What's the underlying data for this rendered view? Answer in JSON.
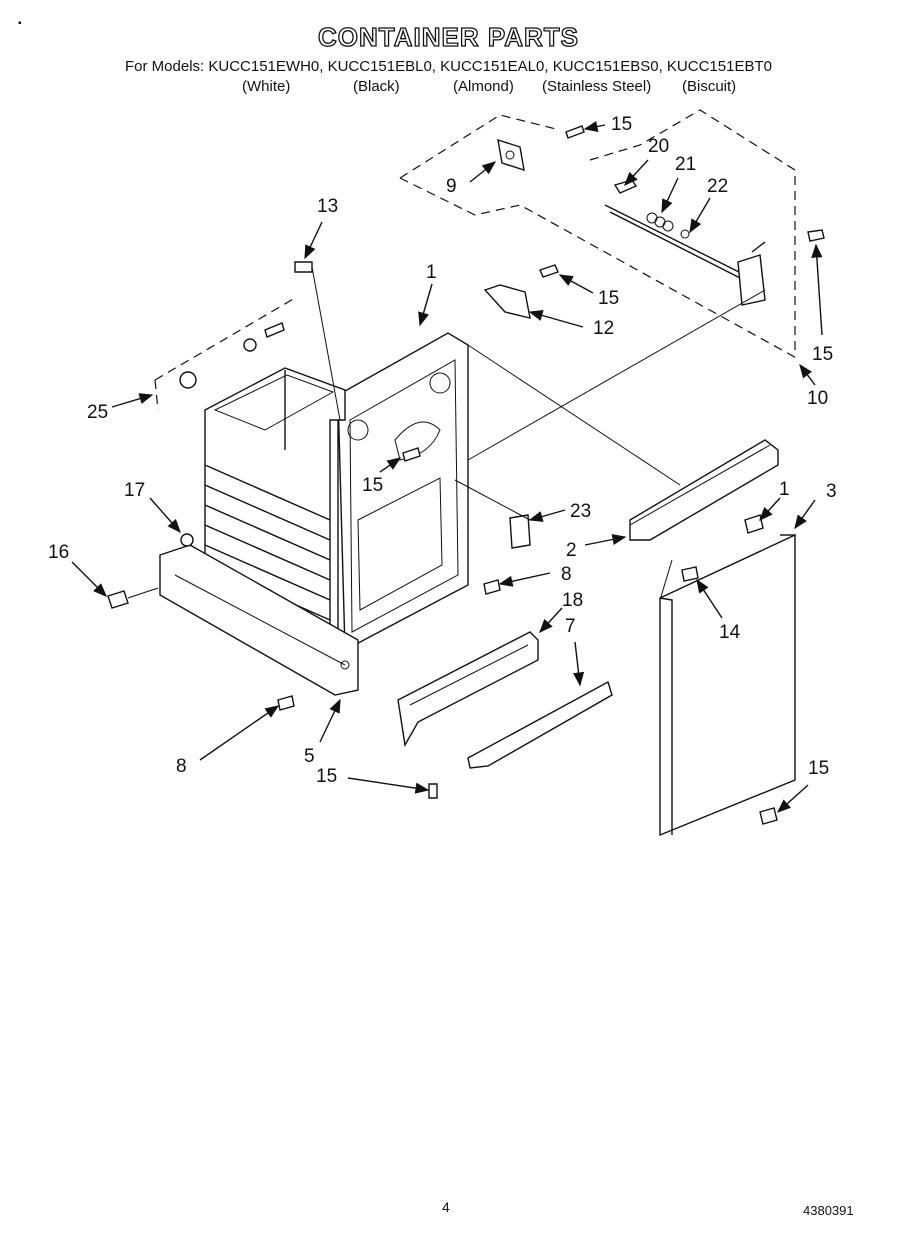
{
  "header": {
    "title": "CONTAINER PARTS",
    "models_line": "For Models: KUCC151EWH0, KUCC151EBL0, KUCC151EAL0, KUCC151EBS0, KUCC151EBT0",
    "colors": [
      "(White)",
      "(Black)",
      "(Almond)",
      "(Stainless Steel)",
      "(Biscuit)"
    ]
  },
  "callouts": {
    "c15a": "15",
    "c20": "20",
    "c21": "21",
    "c22": "22",
    "c9": "9",
    "c13": "13",
    "c1a": "1",
    "c15b": "15",
    "c12": "12",
    "c15c": "15",
    "c10": "10",
    "c25": "25",
    "c15d": "15",
    "c17": "17",
    "c1b": "1",
    "c3": "3",
    "c16": "16",
    "c23": "23",
    "c2": "2",
    "c8a": "8",
    "c18": "18",
    "c7": "7",
    "c14": "14",
    "c5": "5",
    "c8b": "8",
    "c15e": "15",
    "c15f": "15"
  },
  "footer": {
    "page_number": "4",
    "document_number": "4380391"
  }
}
